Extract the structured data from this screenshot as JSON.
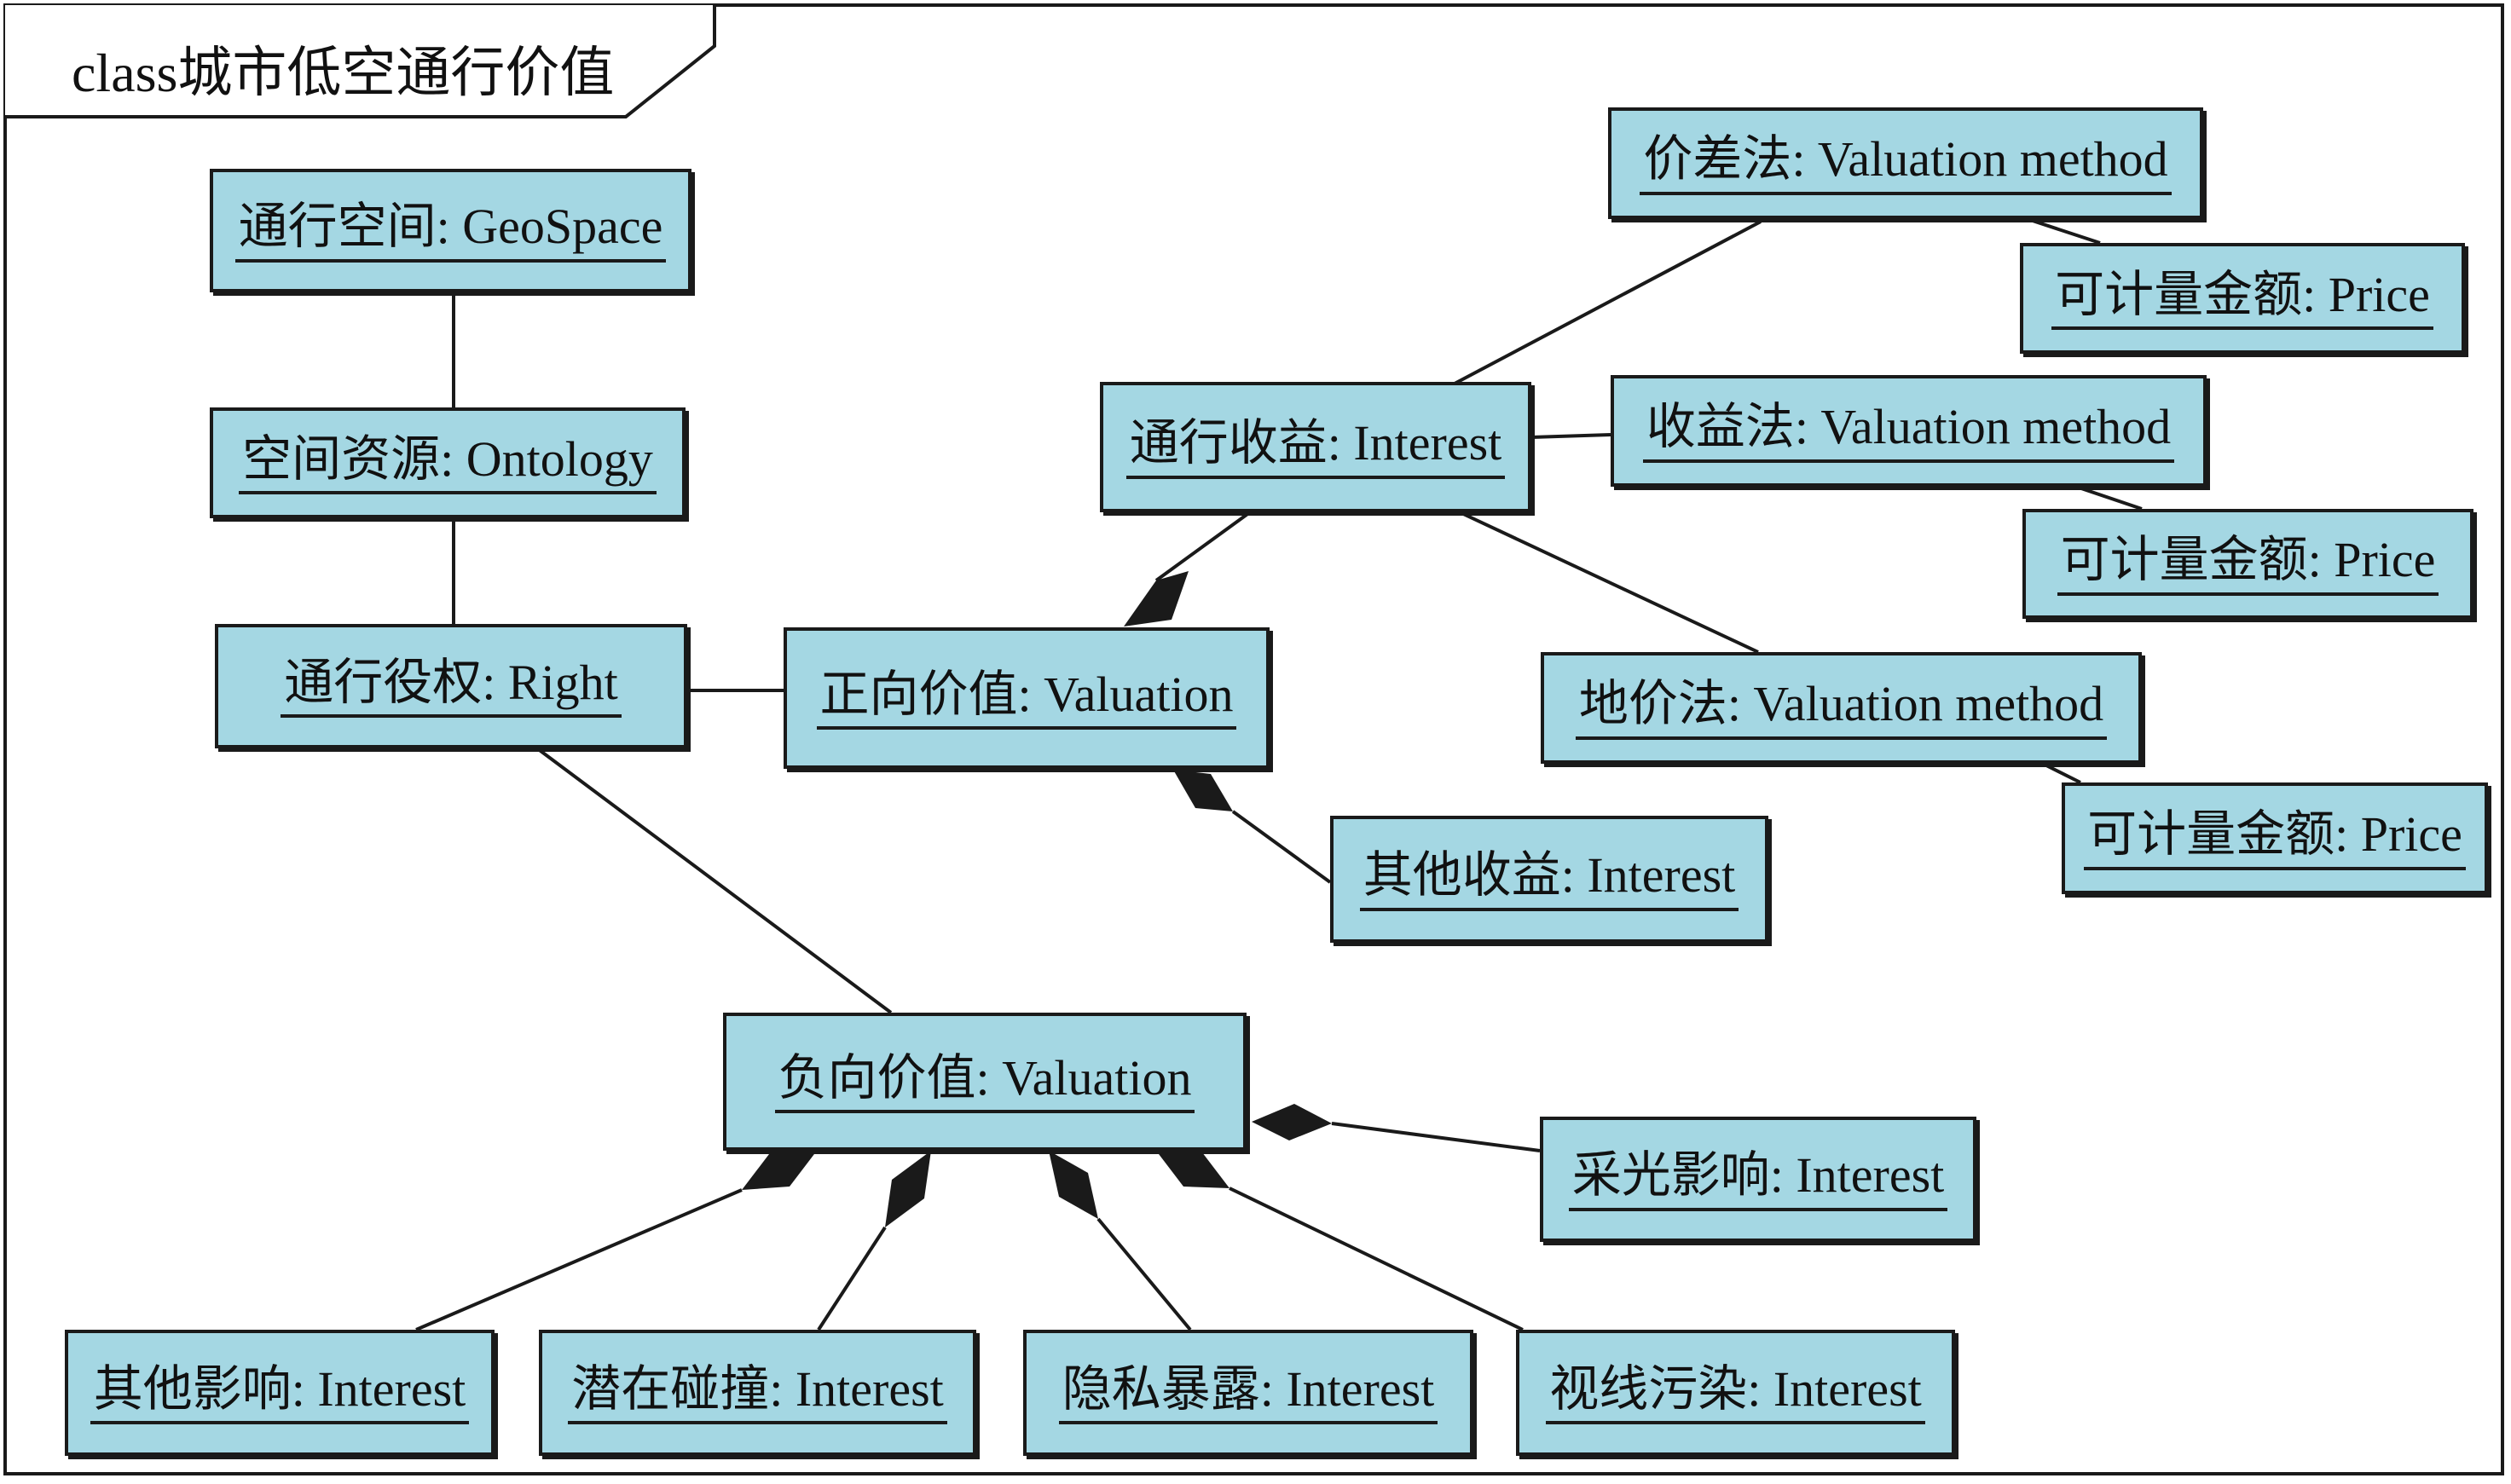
{
  "title": "class城市低空通行价值",
  "nodes": {
    "tongxing_kongjian": "通行空间: GeoSpace",
    "kongjian_ziyuan": "空间资源: Ontology",
    "tongxing_yiquan": "通行役权: Right",
    "zhengxiang_jiazhi": "正向价值: Valuation",
    "tongxing_shouyi": "通行收益: Interest",
    "jiacha_fa": "价差法: Valuation method",
    "price_1": "可计量金额: Price",
    "shouyi_fa": "收益法: Valuation method",
    "price_2": "可计量金额: Price",
    "dijia_fa": "地价法: Valuation method",
    "price_3": "可计量金额: Price",
    "qita_shouyi": "其他收益: Interest",
    "fuxiang_jiazhi": "负向价值: Valuation",
    "caiguang_yingxiang": "采光影响: Interest",
    "qita_yingxiang": "其他影响: Interest",
    "qianzai_pengzhuang": "潜在碰撞: Interest",
    "yinsi_baolu": "隐私暴露: Interest",
    "shixian_wuran": "视线污染: Interest"
  },
  "colors": {
    "node_fill": "#a4d7e3",
    "stroke": "#1a1a1a"
  }
}
